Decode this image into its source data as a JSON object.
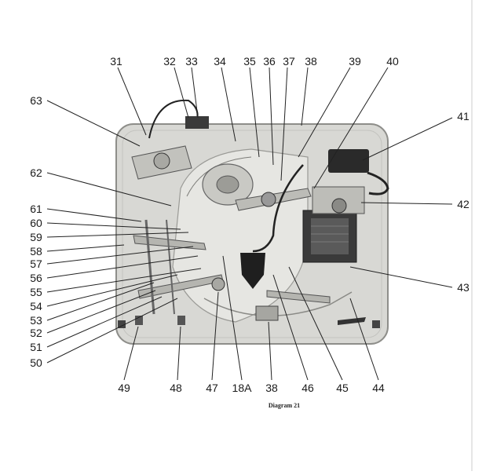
{
  "diagram": {
    "caption": "Diagram 21",
    "callouts": [
      "31",
      "32",
      "33",
      "34",
      "35",
      "36",
      "37",
      "38",
      "39",
      "40",
      "41",
      "42",
      "43",
      "44",
      "45",
      "46",
      "38",
      "18A",
      "47",
      "48",
      "49",
      "50",
      "51",
      "52",
      "53",
      "54",
      "55",
      "56",
      "57",
      "58",
      "59",
      "60",
      "61",
      "62",
      "63"
    ]
  },
  "colors": {
    "plate": "#d6d6d2",
    "plate_edge": "#8e8e8a",
    "metal": "#b9b9b4",
    "dark": "#2e2e2e",
    "leader": "#222222"
  }
}
